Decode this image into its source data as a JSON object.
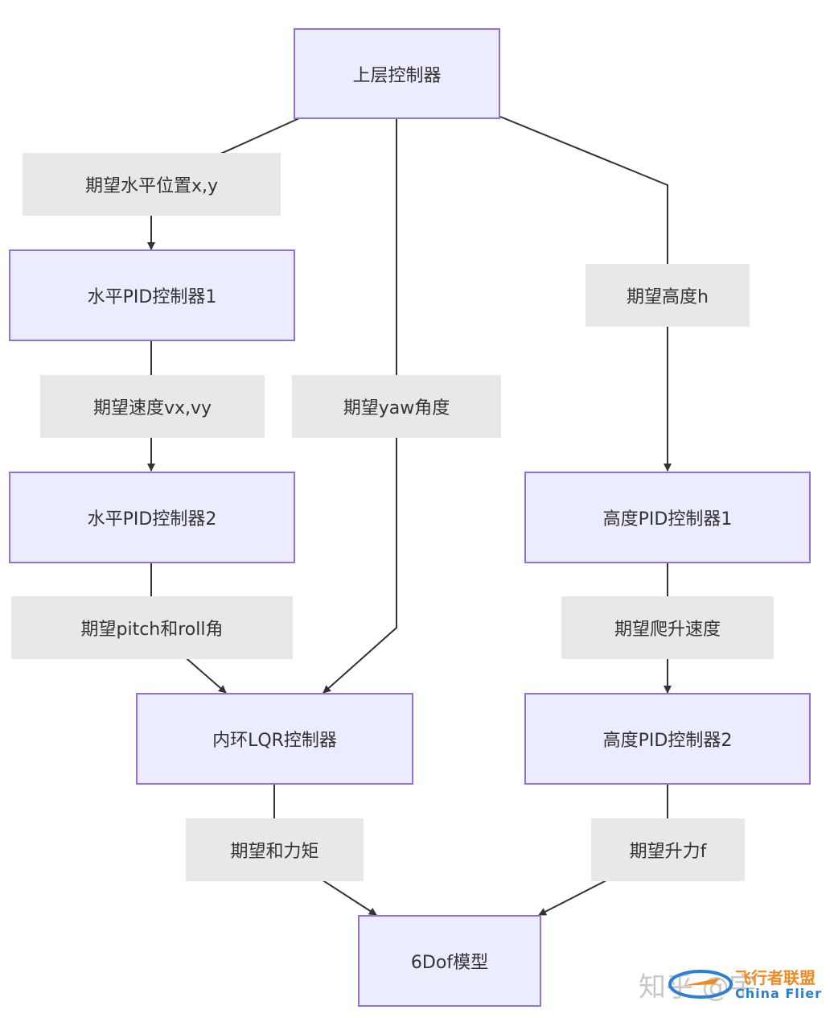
{
  "nodes": {
    "upper_controller": "上层控制器",
    "horizontal_pid_1": "水平PID控制器1",
    "horizontal_pid_2": "水平PID控制器2",
    "inner_lqr": "内环LQR控制器",
    "model_6dof": "6Dof模型",
    "altitude_pid_1": "高度PID控制器1",
    "altitude_pid_2": "高度PID控制器2"
  },
  "edge_labels": {
    "desired_xy": "期望水平位置x,y",
    "desired_velocity": "期望速度vx,vy",
    "desired_pitch_roll": "期望pitch和roll角",
    "desired_yaw": "期望yaw角度",
    "desired_height": "期望高度h",
    "desired_climb": "期望爬升速度",
    "desired_torque": "期望和力矩",
    "desired_lift": "期望升力f"
  },
  "watermark": {
    "zhihu": "知乎 @宇",
    "brand_cn": "飞行者联盟",
    "brand_en": "China Flier"
  },
  "colors": {
    "node_fill": "#ececff",
    "node_border": "#9370db",
    "label_fill": "#e8e8e8",
    "edge": "#333333"
  }
}
